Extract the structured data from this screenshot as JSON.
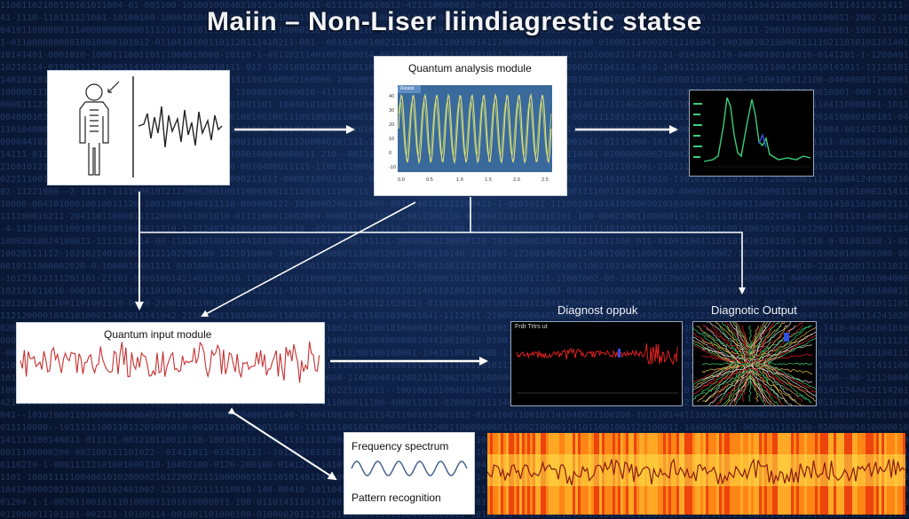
{
  "title": "Maiin – Non-Liser liindiagrestic statse",
  "modules": {
    "quantum_analysis": {
      "label": "Quantum analysis module",
      "tag": "Rstatst"
    },
    "quantum_input": {
      "label": "Quantum input module"
    },
    "diag_left": {
      "label": "Diagnost oppuk",
      "tag": "Frdr Trtrs ut"
    },
    "diag_right": {
      "label": "Diagnotic Output"
    },
    "spectrum_box": {
      "label_top": "Frequency spectrum",
      "label_bottom": "Pattern recognition"
    }
  },
  "colors": {
    "background": "#0c1c3e",
    "arrow": "#ffffff",
    "wave_red": "#c73030",
    "wave_yellow": "#e8e07a",
    "wave_green": "#3ad07a",
    "heat_low": "#ff6a00",
    "heat_high": "#ffe14a"
  }
}
